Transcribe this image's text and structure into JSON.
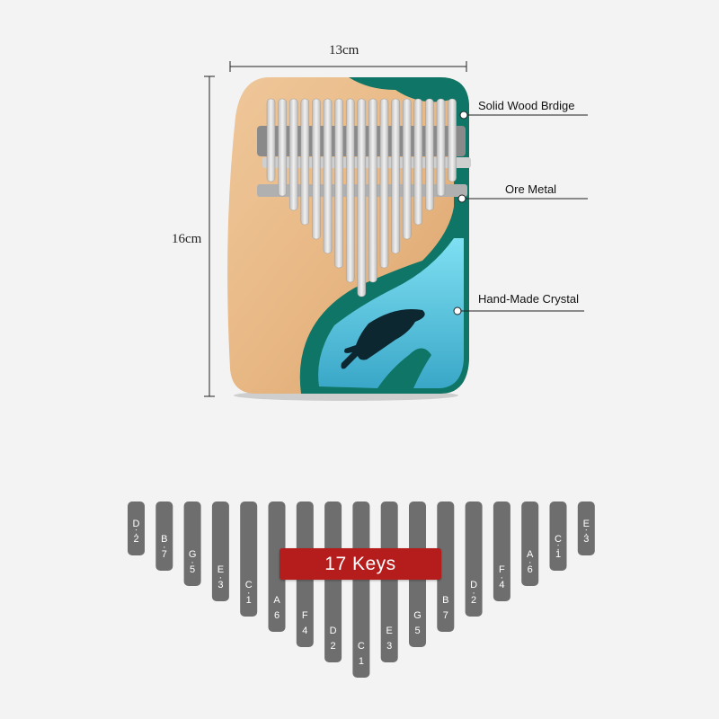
{
  "dimensions": {
    "width": "13cm",
    "height": "16cm"
  },
  "callouts": [
    {
      "label": "Solid Wood Brdige"
    },
    {
      "label": "Ore Metal"
    },
    {
      "label": "Hand-Made Crystal"
    }
  ],
  "keys_label": "17 Keys",
  "keys": [
    {
      "note": "D",
      "octave": "2",
      "dots": "2"
    },
    {
      "note": "B",
      "octave": "7",
      "dots": "1"
    },
    {
      "note": "G",
      "octave": "5",
      "dots": "1"
    },
    {
      "note": "E",
      "octave": "3",
      "dots": "1"
    },
    {
      "note": "C",
      "octave": "1",
      "dots": "1"
    },
    {
      "note": "A",
      "octave": "6",
      "dots": "0"
    },
    {
      "note": "F",
      "octave": "4",
      "dots": "0"
    },
    {
      "note": "D",
      "octave": "2",
      "dots": "0"
    },
    {
      "note": "C",
      "octave": "1",
      "dots": "0"
    },
    {
      "note": "E",
      "octave": "3",
      "dots": "0"
    },
    {
      "note": "G",
      "octave": "5",
      "dots": "0"
    },
    {
      "note": "B",
      "octave": "7",
      "dots": "0"
    },
    {
      "note": "D",
      "octave": "2",
      "dots": "1"
    },
    {
      "note": "F",
      "octave": "4",
      "dots": "1"
    },
    {
      "note": "A",
      "octave": "6",
      "dots": "1"
    },
    {
      "note": "C",
      "octave": "1",
      "dots": "2"
    },
    {
      "note": "E",
      "octave": "3",
      "dots": "2"
    }
  ],
  "colors": {
    "wood": "#e8b884",
    "resin": "#0f7566",
    "crystal": "#6fd0ea",
    "tine": "#d8d8d8",
    "key": "#6e6e6e",
    "badge": "#b51c1c"
  }
}
